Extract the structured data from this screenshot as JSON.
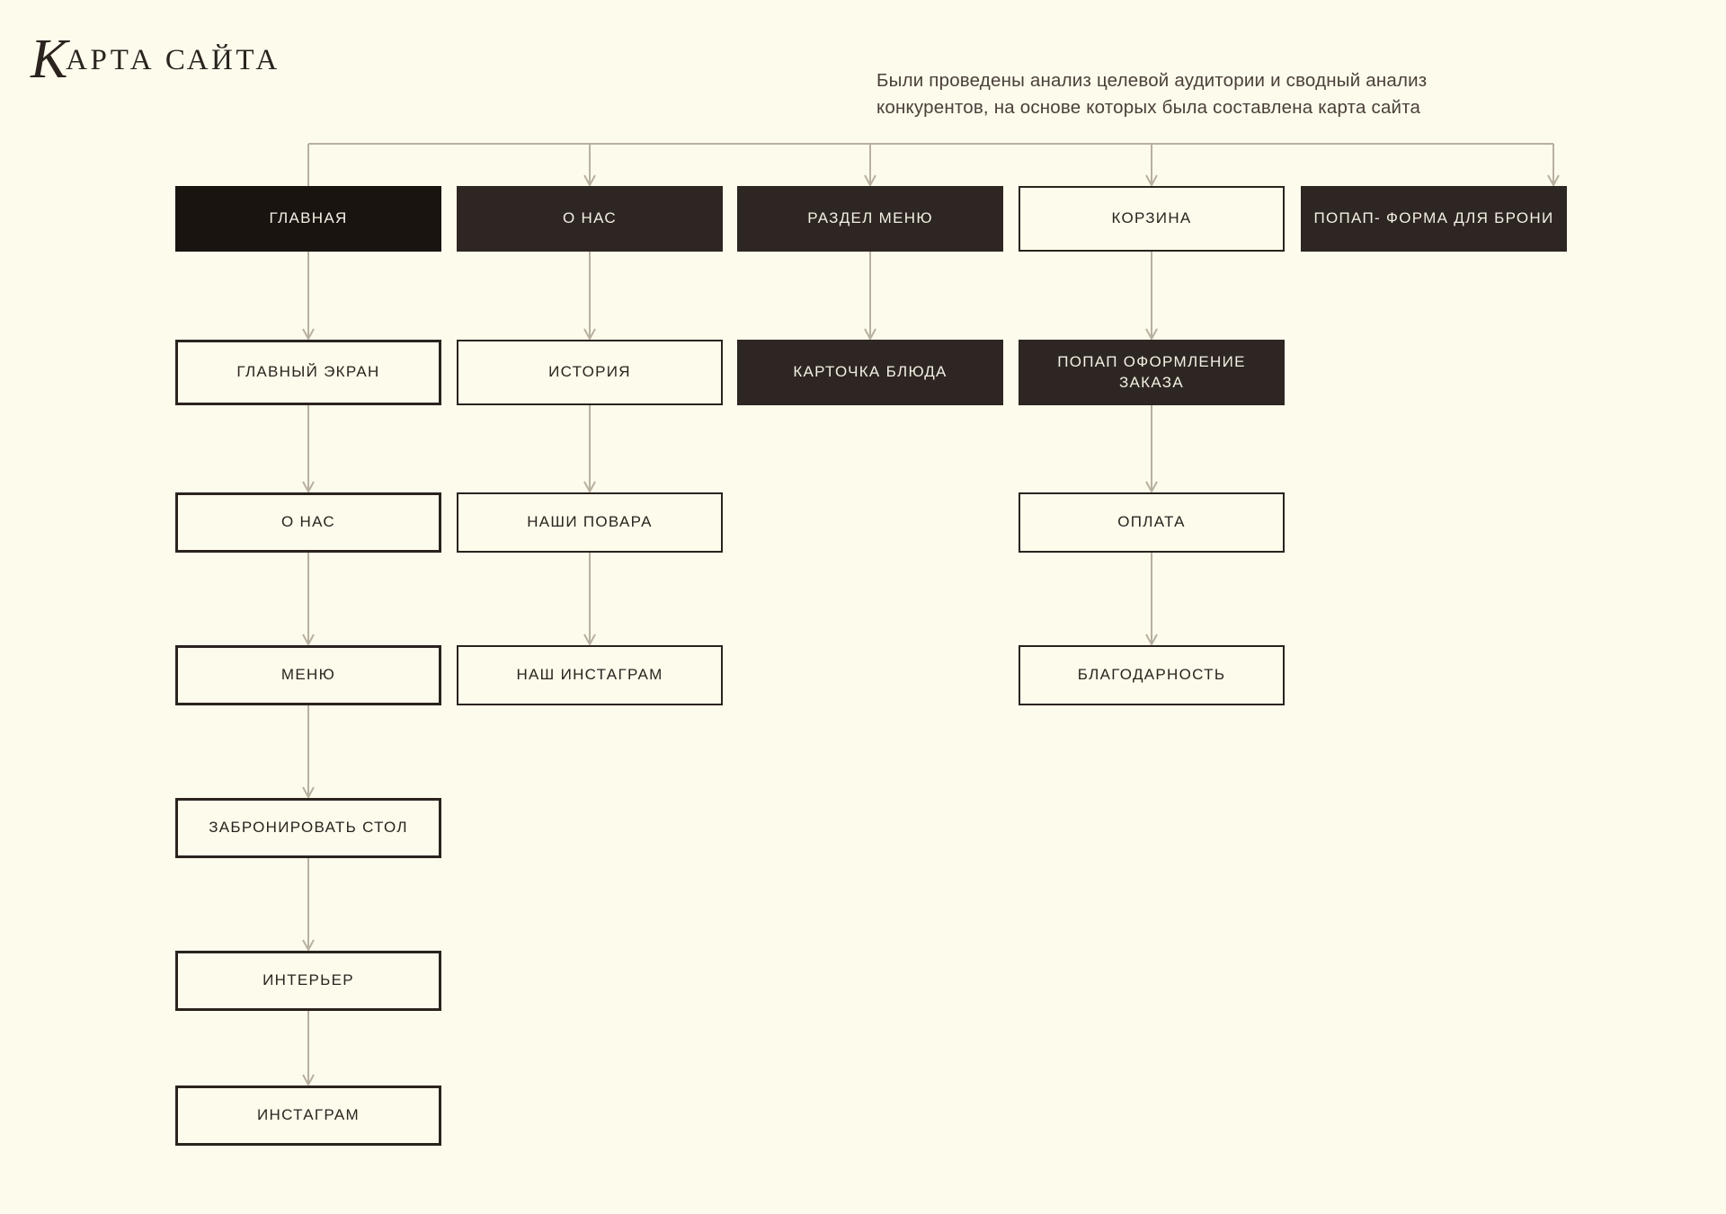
{
  "header": {
    "logo_first_letter": "К",
    "logo_rest": "АРТА САЙТА",
    "intro_line1": "Были проведены анализ целевой аудитории и сводный анализ",
    "intro_line2": "конкурентов, на основе которых была составлена карта сайта"
  },
  "colors": {
    "background": "#fdfbec",
    "ink": "#2b231e",
    "box_dark": "#2e2622",
    "box_darkest": "#1a1411",
    "box_light_text": "#2b231e",
    "box_dark_text": "#f4f0e3",
    "connector": "#b8b0a0"
  },
  "chart_data": {
    "type": "diagram",
    "title": "Карта сайта",
    "nodes": [
      {
        "id": "glavnaya",
        "label": "ГЛАВНАЯ",
        "style": "darkest",
        "col": 0,
        "row": 0
      },
      {
        "id": "o-nas-top",
        "label": "О НАС",
        "style": "dark",
        "col": 1,
        "row": 0
      },
      {
        "id": "razdel-menu",
        "label": "РАЗДЕЛ МЕНЮ",
        "style": "dark",
        "col": 2,
        "row": 0
      },
      {
        "id": "korzina",
        "label": "КОРЗИНА",
        "style": "light",
        "col": 3,
        "row": 0
      },
      {
        "id": "popap-broni",
        "label": "ПОПАП- ФОРМА ДЛЯ БРОНИ",
        "style": "dark",
        "col": 4,
        "row": 0
      },
      {
        "id": "glavny-ekran",
        "label": "ГЛАВНЫЙ ЭКРАН",
        "style": "light",
        "col": 0,
        "row": 1
      },
      {
        "id": "istoriya",
        "label": "ИСТОРИЯ",
        "style": "light",
        "col": 1,
        "row": 1
      },
      {
        "id": "kartochka",
        "label": "КАРТОЧКА БЛЮДА",
        "style": "dark",
        "col": 2,
        "row": 1
      },
      {
        "id": "popap-zakaz",
        "label": "ПОПАП ОФОРМЛЕНИЕ ЗАКАЗА",
        "style": "dark",
        "col": 3,
        "row": 1
      },
      {
        "id": "o-nas",
        "label": "О НАС",
        "style": "light",
        "col": 0,
        "row": 2
      },
      {
        "id": "nashi-povara",
        "label": "НАШИ ПОВАРА",
        "style": "light",
        "col": 1,
        "row": 2
      },
      {
        "id": "oplata",
        "label": "ОПЛАТА",
        "style": "light",
        "col": 3,
        "row": 2
      },
      {
        "id": "menu",
        "label": "МЕНЮ",
        "style": "light",
        "col": 0,
        "row": 3
      },
      {
        "id": "instagram-our",
        "label": "НАШ ИНСТАГРАМ",
        "style": "light",
        "col": 1,
        "row": 3
      },
      {
        "id": "blagodarnost",
        "label": "БЛАГОДАРНОСТЬ",
        "style": "light",
        "col": 3,
        "row": 3
      },
      {
        "id": "zabronirovat",
        "label": "ЗАБРОНИРОВАТЬ СТОЛ",
        "style": "light",
        "col": 0,
        "row": 4
      },
      {
        "id": "interier",
        "label": "ИНТЕРЬЕР",
        "style": "light",
        "col": 0,
        "row": 5
      },
      {
        "id": "instagram",
        "label": "ИНСТАГРАМ",
        "style": "light",
        "col": 0,
        "row": 6
      }
    ],
    "edges": [
      {
        "from": "bus",
        "to": "glavnaya"
      },
      {
        "from": "bus",
        "to": "o-nas-top"
      },
      {
        "from": "bus",
        "to": "razdel-menu"
      },
      {
        "from": "bus",
        "to": "korzina"
      },
      {
        "from": "bus",
        "to": "popap-broni"
      },
      {
        "from": "glavnaya",
        "to": "glavny-ekran"
      },
      {
        "from": "o-nas-top",
        "to": "istoriya"
      },
      {
        "from": "razdel-menu",
        "to": "kartochka"
      },
      {
        "from": "korzina",
        "to": "popap-zakaz"
      },
      {
        "from": "glavny-ekran",
        "to": "o-nas"
      },
      {
        "from": "istoriya",
        "to": "nashi-povara"
      },
      {
        "from": "popap-zakaz",
        "to": "oplata"
      },
      {
        "from": "o-nas",
        "to": "menu"
      },
      {
        "from": "nashi-povara",
        "to": "instagram-our"
      },
      {
        "from": "oplata",
        "to": "blagodarnost"
      },
      {
        "from": "menu",
        "to": "zabronirovat"
      },
      {
        "from": "zabronirovat",
        "to": "interier"
      },
      {
        "from": "interier",
        "to": "instagram"
      }
    ]
  }
}
